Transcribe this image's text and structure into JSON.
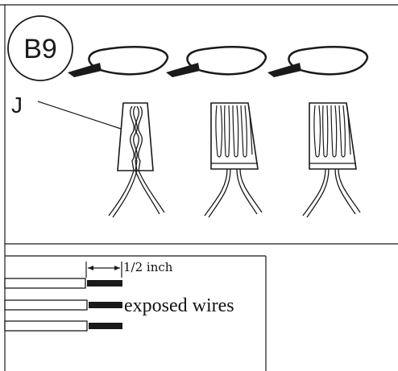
{
  "step": {
    "label": "B9"
  },
  "callout": {
    "letter": "J"
  },
  "strip_guide": {
    "measurement_label": "1/2 inch",
    "wires_label": "exposed wires"
  },
  "colors": {
    "line": "#1a1a1a",
    "background": "#ffffff"
  },
  "icons": [
    "rotation-arrow-icon",
    "wire-connector-icon",
    "twisted-wires-icon"
  ]
}
